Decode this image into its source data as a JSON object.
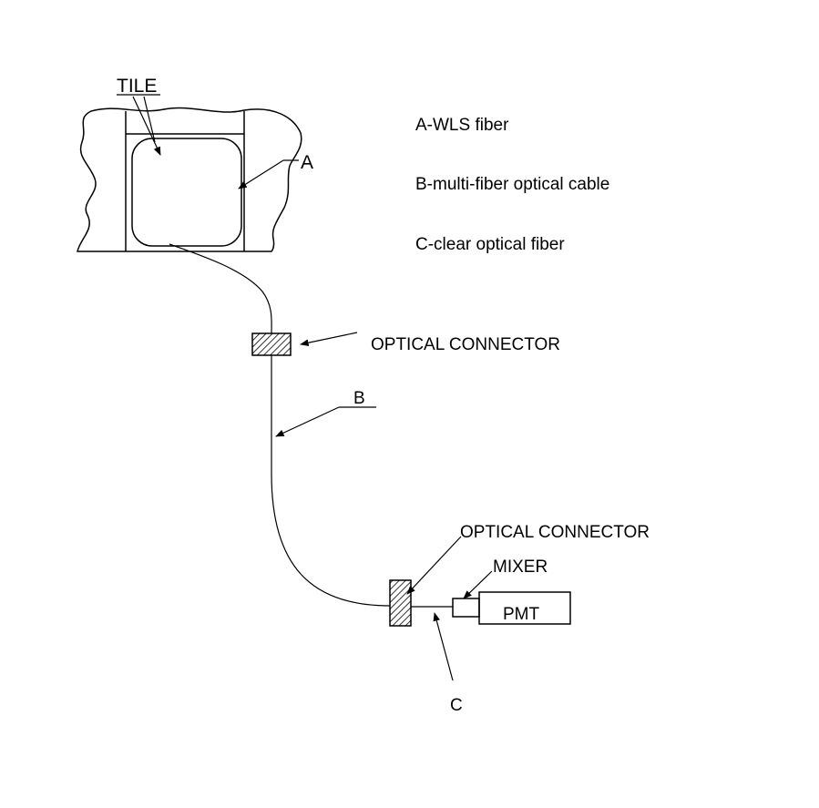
{
  "labels": {
    "tile": "TILE",
    "a": "A",
    "b": "B",
    "c": "C",
    "optical_connector_top": "OPTICAL CONNECTOR",
    "optical_connector_bottom": "OPTICAL CONNECTOR",
    "mixer": "MIXER",
    "pmt": "PMT"
  },
  "legend": {
    "a": "A-WLS fiber",
    "b": "B-multi-fiber optical cable",
    "c": "C-clear optical fiber"
  }
}
